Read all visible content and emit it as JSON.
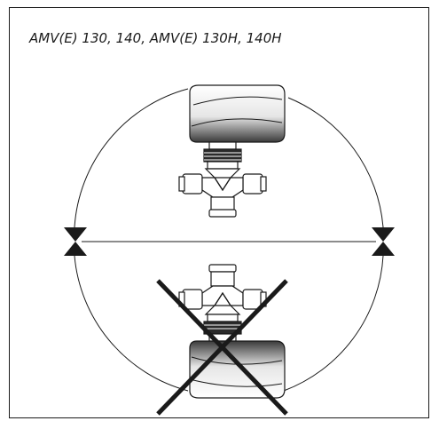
{
  "caption": "AMV(E) 130, 140, AMV(E) 130H, 140H",
  "colors": {
    "stroke": "#1a1a1a",
    "fill": "#ffffff",
    "actuator_shade": "#2a2a2a"
  },
  "positions": {
    "allowed": {
      "orientation": "actuator-up",
      "status": "permitted"
    },
    "forbidden": {
      "orientation": "actuator-down",
      "status": "not-permitted",
      "marker": "x-cross"
    }
  },
  "rotation_arcs": {
    "count": 2,
    "markers": "triangle-valve-symbols"
  }
}
